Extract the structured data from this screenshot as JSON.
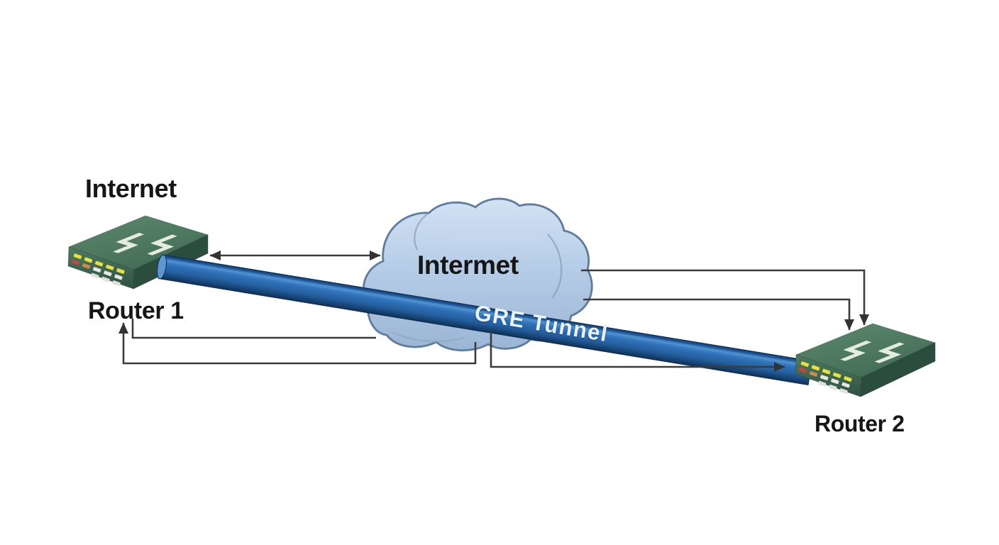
{
  "diagram": {
    "title": "GRE Tunnel network diagram",
    "labels": {
      "internet_device": "Internet",
      "router1": "Router 1",
      "cloud": "Intermet",
      "tunnel": "GRE Tunnel",
      "router2": "Router 2"
    },
    "connections": [
      {
        "from": "Router 1",
        "to": "Internet cloud",
        "style": "double-headed arrow"
      },
      {
        "from": "Internet cloud",
        "to": "Router 2 top",
        "style": "arrow down",
        "count": 2
      },
      {
        "from": "Internet cloud bottom",
        "to": "Router 1 label",
        "style": "arrow up"
      },
      {
        "from": "Router 1 label",
        "to": "Internet cloud bottom",
        "style": "plain elbow line"
      },
      {
        "from": "GRE Tunnel underside",
        "to": "Router 2 tunnel entry",
        "style": "arrow right"
      }
    ],
    "colors": {
      "background": "#ffffff",
      "cloud_fill_top": "#cfdff2",
      "cloud_fill_bottom": "#9db7d6",
      "cloud_outline": "#5e7c9e",
      "tunnel_blue": "#2e6fb4",
      "tunnel_highlight": "#4e93d8",
      "tunnel_dark": "#123a66",
      "router_top_green": "#558268",
      "router_front_green": "#3f6b54",
      "router_side_green": "#2a4d3d",
      "led_yellow": "#e9e13e",
      "led_red": "#c0493f",
      "led_orange": "#cd8a4f",
      "led_white": "#e6e9e2",
      "connector_line": "#3b3b3b",
      "label_text": "#161616",
      "tunnel_label_text": "#eaf2fa"
    }
  }
}
